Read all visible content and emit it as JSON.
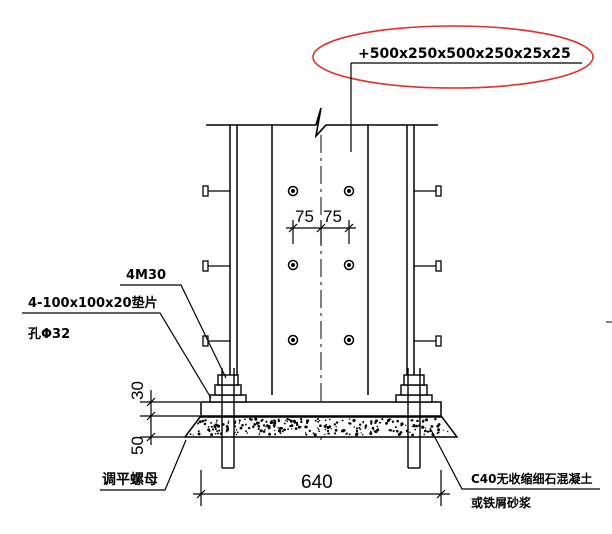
{
  "labels": {
    "section": "+500x250x500x250x25x25",
    "bolts": "4M30",
    "washer": "4-100x100x20垫片",
    "hole": "孔Φ32",
    "grout_line1": "C40无收缩细石混凝土",
    "grout_line2": "或铁屑砂浆",
    "leveling_nut": "调平螺母"
  },
  "dimensions": {
    "bolt_spacing_left": "75",
    "bolt_spacing_right": "75",
    "plate_thickness": "30",
    "grout_thickness": "50",
    "base_width": "640"
  },
  "colors": {
    "line": "#000000",
    "highlight": "#e0302a"
  }
}
